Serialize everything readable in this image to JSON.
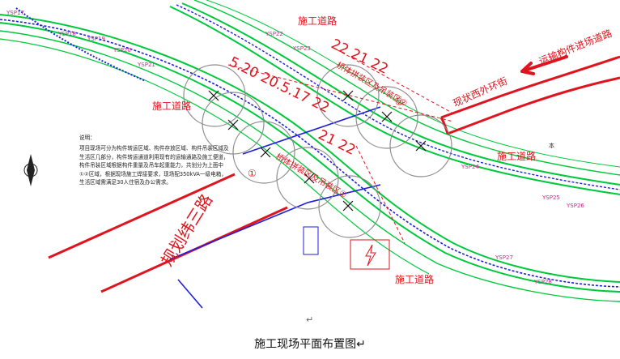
{
  "labels": {
    "road_top": "施工道路",
    "road_left": "施工道路",
    "road_right": "施工道路",
    "road_bottom": "施工道路",
    "transport_road": "运输构件进场道路",
    "west_ring": "现状西外环街",
    "planned_road": "规划纬三路",
    "circle_1": "①",
    "circle_2": "②",
    "north_marker": "本",
    "return_mark": "↵"
  },
  "date_labels": {
    "left_row": "5.20 20.5.17 22",
    "mid_row": "22 21 22",
    "bottom_row": "21 22"
  },
  "zone_labels": {
    "zone1": "桥体拼装区及吊装区①",
    "zone2": "桥体拼装区及吊装区②"
  },
  "station_labels": [
    "YSP17",
    "YSP18",
    "YSP19",
    "YSP20",
    "YSP21",
    "YSP22",
    "YSP23",
    "YSP24",
    "YSP25",
    "YSP26",
    "YSP27",
    "YSP28"
  ],
  "note": {
    "title": "说明：",
    "body": "项目现场可分为构件转运区域、构件存放区域、构件吊装区域及生活区几部分，构件转运通道利用现有的运输通路及施工便道，构件吊装区域根据构件重量及吊车起重能力，共划分为上面中①②区域，根据现场施工焊接要求，现场配350kVA一级电箱，生活区域需满足30人住宿及办公需求。"
  },
  "caption": "施工现场平面布置图↵",
  "colors": {
    "road_red": "#e0141e",
    "lane_green": "#00c83c",
    "dashed_blue": "#1e1edc",
    "station_magenta": "#e01e8c",
    "crane_circle": "#8c8c8c"
  }
}
